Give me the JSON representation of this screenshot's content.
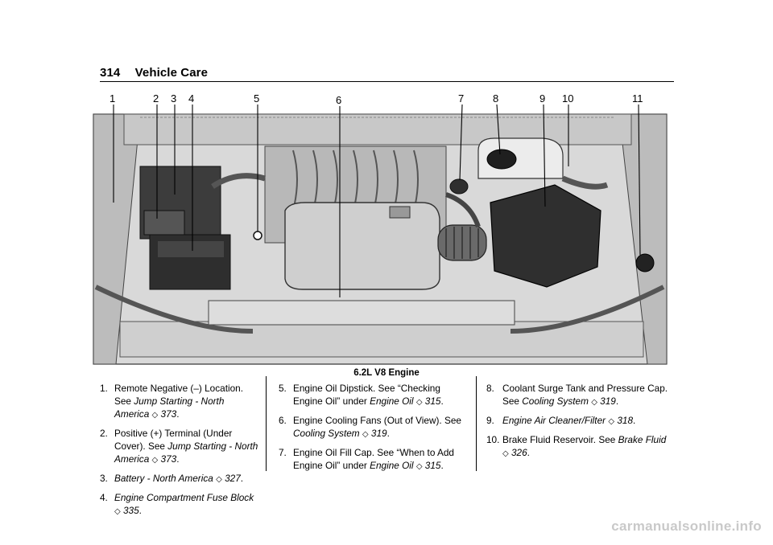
{
  "header": {
    "page_number": "314",
    "section_title": "Vehicle Care"
  },
  "figure": {
    "callouts": [
      "1",
      "2",
      "3",
      "4",
      "5",
      "6",
      "7",
      "8",
      "9",
      "10",
      "11"
    ],
    "caption": "6.2L V8 Engine"
  },
  "items": [
    {
      "num": "1.",
      "text": "Remote Negative (–) Location. See ",
      "ref": "Jump Starting - North America",
      "arrow": "◇",
      "page": "373",
      "tail": "."
    },
    {
      "num": "2.",
      "text": "Positive (+) Terminal (Under Cover). See ",
      "ref": "Jump Starting - North America",
      "arrow": "◇",
      "page": "373",
      "tail": "."
    },
    {
      "num": "3.",
      "text": "",
      "ref": "Battery - North America",
      "arrow": "◇",
      "page": "327",
      "tail": "."
    },
    {
      "num": "4.",
      "text": "",
      "ref": "Engine Compartment Fuse Block",
      "arrow": "◇",
      "page": "335",
      "tail": "."
    },
    {
      "num": "5.",
      "text": "Engine Oil Dipstick. See “Checking Engine Oil” under ",
      "ref": "Engine Oil",
      "arrow": "◇",
      "page": "315",
      "tail": "."
    },
    {
      "num": "6.",
      "text": "Engine Cooling Fans (Out of View). See ",
      "ref": "Cooling System",
      "arrow": "◇",
      "page": "319",
      "tail": "."
    },
    {
      "num": "7.",
      "text": "Engine Oil Fill Cap. See “When to Add Engine Oil” under ",
      "ref": "Engine Oil",
      "arrow": "◇",
      "page": "315",
      "tail": "."
    },
    {
      "num": "8.",
      "text": "Coolant Surge Tank and Pressure Cap. See ",
      "ref": "Cooling System",
      "arrow": "◇",
      "page": "319",
      "tail": "."
    },
    {
      "num": "9.",
      "text": "",
      "ref": "Engine Air Cleaner/Filter",
      "arrow": "◇",
      "page": "318",
      "tail": "."
    },
    {
      "num": "10.",
      "text": "Brake Fluid Reservoir. See ",
      "ref": "Brake Fluid",
      "arrow": "◇",
      "page": "326",
      "tail": "."
    }
  ],
  "watermark": "carmanualsonline.info"
}
